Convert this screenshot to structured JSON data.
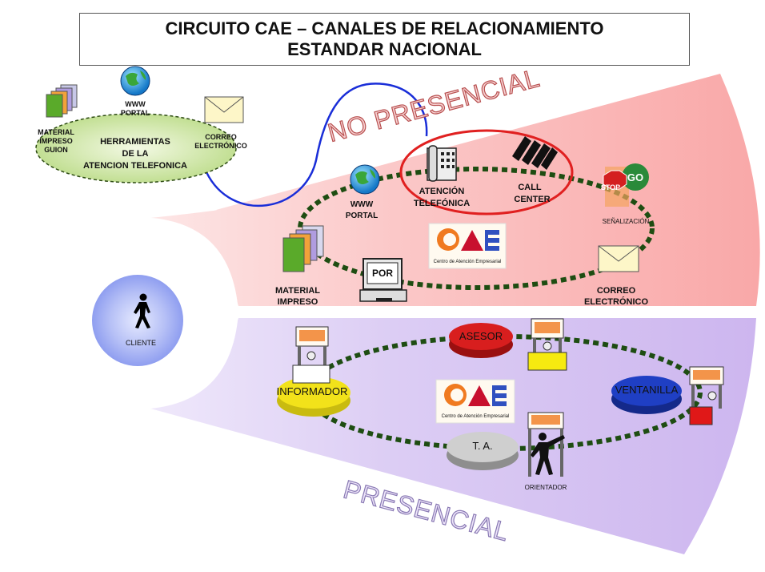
{
  "title": {
    "line1": "CIRCUITO CAE – CANALES DE RELACIONAMIENTO",
    "line2": "ESTANDAR NACIONAL"
  },
  "tools": {
    "www": "WWW",
    "portal": "PORTAL",
    "material": [
      "MATERIAL",
      "IMPRESO",
      "GUION"
    ],
    "heading": [
      "HERRAMIENTAS",
      "DE LA",
      "ATENCION TELEFONICA"
    ],
    "correo": [
      "CORREO",
      "ELECTRÓNICO"
    ]
  },
  "no_presencial": {
    "banner": "NO PRESENCIAL",
    "www": "WWW",
    "portal": "PORTAL",
    "atencion": [
      "ATENCIÓN",
      "TELEFÓNICA"
    ],
    "call_center": [
      "CALL",
      "CENTER"
    ],
    "stop": "STOP",
    "go": "GO",
    "senalizacion": "SEÑALIZACIÓN",
    "material": [
      "MATERIAL",
      "IMPRESO"
    ],
    "por": "POR",
    "correo": [
      "CORREO",
      "ELECTRÓNICO"
    ]
  },
  "logo": {
    "text": "CAE",
    "subtitle": "Centro de Atención Empresarial"
  },
  "cliente": "CLIENTE",
  "presencial": {
    "banner": "PRESENCIAL",
    "informador": "INFORMADOR",
    "asesor": "ASESOR",
    "ventanilla": "VENTANILLA",
    "ta": "T. A.",
    "orientador": "ORIENTADOR"
  },
  "colors": {
    "no_presencial_fan": "#f9b8b8",
    "presencial_fan": "#d8c6f2",
    "cliente": "#a9b6f5",
    "tools_ellipse": "#cfe6a6",
    "call_center_ring": "#e02020",
    "dotted_ring": "#1e4d12",
    "asesor_disc": "#d81e1e",
    "informador_disc": "#f2e21a",
    "ventanilla_disc": "#1f3fc4",
    "ta_disc": "#bdbdbd",
    "banner_text": "#cc9999",
    "presencial_banner_text": "#b9a9dc"
  }
}
